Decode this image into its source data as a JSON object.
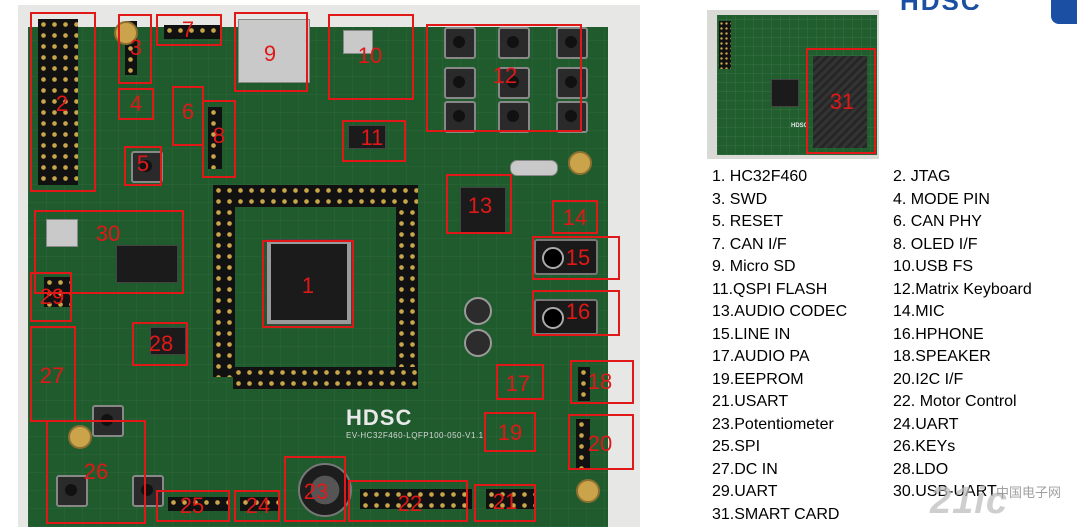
{
  "board": {
    "silkscreen_logo": "HDSC",
    "silkscreen_model": "EV-HC32F460-LQFP100-050-V1.1",
    "callouts": [
      {
        "id": "1",
        "label": "1"
      },
      {
        "id": "2",
        "label": "2"
      },
      {
        "id": "3",
        "label": "3"
      },
      {
        "id": "4",
        "label": "4"
      },
      {
        "id": "5",
        "label": "5"
      },
      {
        "id": "6",
        "label": "6"
      },
      {
        "id": "7",
        "label": "7"
      },
      {
        "id": "8",
        "label": "8"
      },
      {
        "id": "9",
        "label": "9"
      },
      {
        "id": "10",
        "label": "10"
      },
      {
        "id": "11",
        "label": "11"
      },
      {
        "id": "12",
        "label": "12"
      },
      {
        "id": "13",
        "label": "13"
      },
      {
        "id": "14",
        "label": "14"
      },
      {
        "id": "15",
        "label": "15"
      },
      {
        "id": "16",
        "label": "16"
      },
      {
        "id": "17",
        "label": "17"
      },
      {
        "id": "18",
        "label": "18"
      },
      {
        "id": "19",
        "label": "19"
      },
      {
        "id": "20",
        "label": "20"
      },
      {
        "id": "21",
        "label": "21"
      },
      {
        "id": "22",
        "label": "22"
      },
      {
        "id": "23",
        "label": "23"
      },
      {
        "id": "24",
        "label": "24"
      },
      {
        "id": "25",
        "label": "25"
      },
      {
        "id": "26",
        "label": "26"
      },
      {
        "id": "27",
        "label": "27"
      },
      {
        "id": "28",
        "label": "28"
      },
      {
        "id": "29",
        "label": "29"
      },
      {
        "id": "30",
        "label": "30"
      }
    ]
  },
  "thumbnail": {
    "silkscreen_logo": "HDSC",
    "callout_label": "31"
  },
  "legend": {
    "left": [
      "1. HC32F460",
      "3. SWD",
      "5. RESET",
      "7. CAN I/F",
      "9. Micro SD",
      "11.QSPI FLASH",
      "13.AUDIO CODEC",
      "15.LINE IN",
      "17.AUDIO PA",
      "19.EEPROM",
      "21.USART",
      "23.Potentiometer",
      "25.SPI",
      "27.DC IN",
      "29.UART",
      "31.SMART CARD"
    ],
    "right": [
      "2. JTAG",
      "4. MODE PIN",
      "6. CAN PHY",
      "8. OLED I/F",
      "10.USB FS",
      "12.Matrix Keyboard",
      "14.MIC",
      "16.HPHONE",
      "18.SPEAKER",
      "20.I2C I/F",
      "22. Motor Control",
      "24.UART",
      "26.KEYs",
      "28.LDO",
      "30.USB-UART"
    ]
  },
  "logo": {
    "text": "HDSC"
  },
  "watermark": {
    "large": "21ic",
    "small": "中国电子网"
  },
  "colors": {
    "callout": "#e01818",
    "pcb": "#1f5b2c",
    "logo": "#1a4fa3"
  }
}
